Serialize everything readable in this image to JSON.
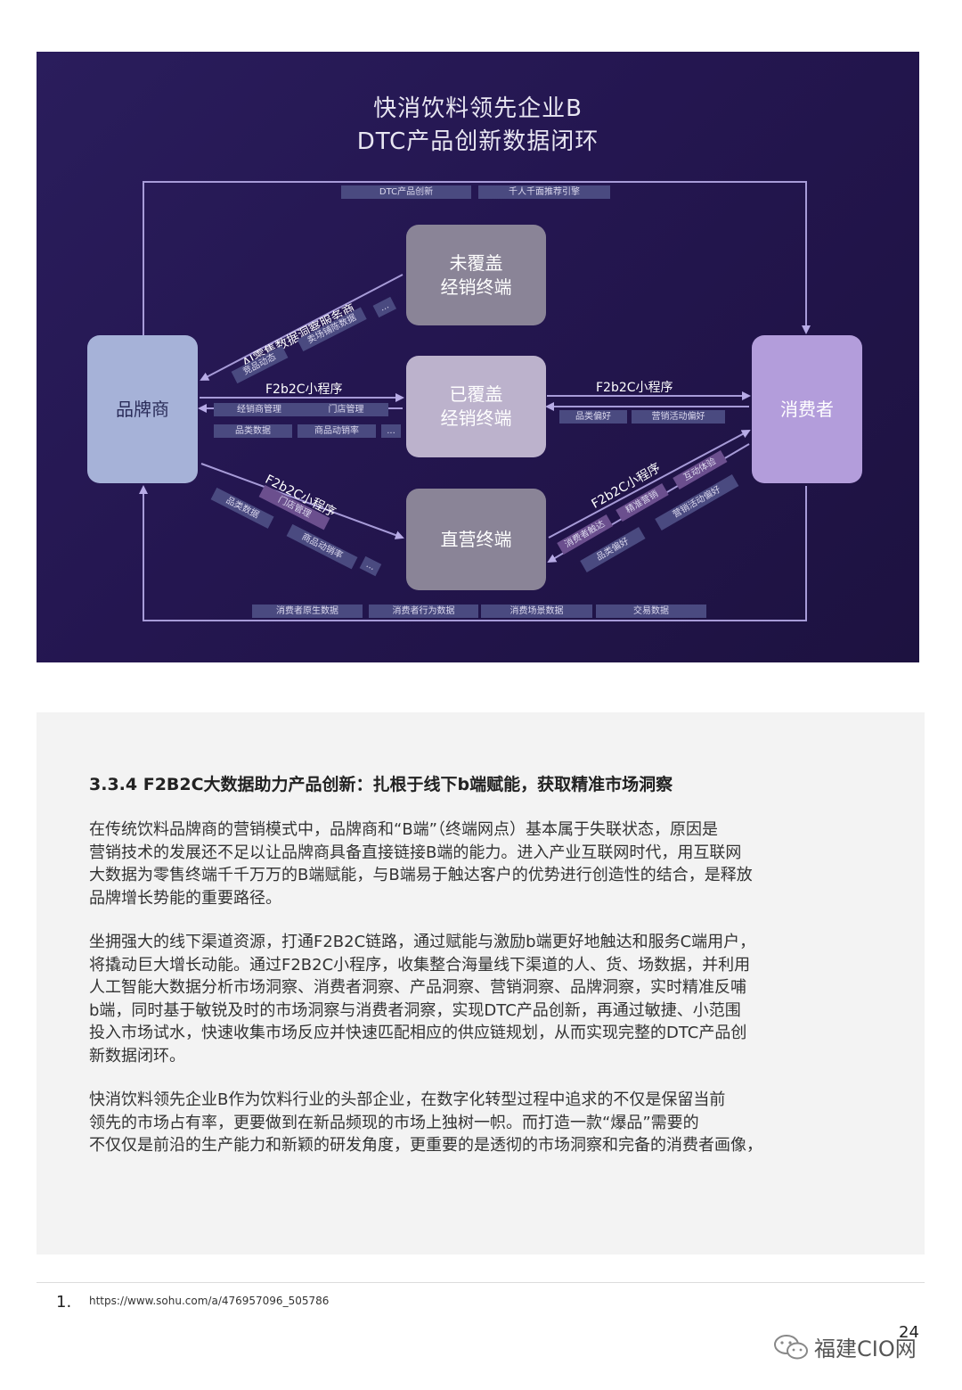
{
  "diagram": {
    "title_line1": "快消饮料领先企业B",
    "title_line2": "DTC产品创新数据闭环",
    "nodes": {
      "brand": "品牌商",
      "uncovered": "未覆盖\n经销终端",
      "covered": "已覆盖\n经销终端",
      "direct": "直营终端",
      "consumer": "消费者"
    },
    "top_tags": [
      "DTC产品创新",
      "千人千面推荐引擎"
    ],
    "bottom_tags": [
      "消费者原生数据",
      "消费者行为数据",
      "消费场景数据",
      "交易数据"
    ],
    "ai_label": "AI零售数据洞察服务商",
    "ai_tags": [
      "竞品动态",
      "卖场铺陈数据",
      "..."
    ],
    "covered_left": {
      "label": "F2b2C小程序",
      "tags_row1": [
        "经销商管理",
        "门店管理"
      ],
      "tags_row2": [
        "品类数据",
        "商品动销率",
        "..."
      ]
    },
    "covered_right": {
      "label": "F2b2C小程序",
      "tags": [
        "品类偏好",
        "营销活动偏好"
      ]
    },
    "direct_left": {
      "label": "F2b2C小程序",
      "tag_pink": "门店管理",
      "tags": [
        "品类数据",
        "商品动销率",
        "..."
      ]
    },
    "direct_right": {
      "label": "F2b2C小程序",
      "tags_pink": [
        "消费者触达",
        "精准营销",
        "互动体验"
      ],
      "tags": [
        "品类偏好",
        "营销活动偏好"
      ]
    }
  },
  "article": {
    "section_title": "3.3.4 F2B2C大数据助力产品创新：扎根于线下b端赋能，获取精准市场洞察",
    "paragraph1": [
      "在传统饮料品牌商的营销模式中，品牌商和“B端”（终端网点）基本属于失联状态，原因是",
      "营销技术的发展还不足以让品牌商具备直接链接B端的能力。进入产业互联网时代，用互联网",
      "大数据为零售终端千千万万的B端赋能，与B端易于触达客户的优势进行创造性的结合，是释放",
      "品牌增长势能的重要路径。"
    ],
    "paragraph2": [
      "坐拥强大的线下渠道资源，打通F2B2C链路，通过赋能与激励b端更好地触达和服务C端用户，",
      "将撬动巨大增长动能。通过F2B2C小程序，收集整合海量线下渠道的人、货、场数据，并利用",
      "人工智能大数据分析市场洞察、消费者洞察、产品洞察、营销洞察、品牌洞察，实时精准反哺",
      "b端，同时基于敏锐及时的市场洞察与消费者洞察，实现DTC产品创新，再通过敏捷、小范围",
      "投入市场试水，快速收集市场反应并快速匹配相应的供应链规划，从而实现完整的DTC产品创",
      "新数据闭环。"
    ],
    "paragraph3": [
      "快消饮料领先企业B作为饮料行业的头部企业，在数字化转型过程中追求的不仅是保留当前",
      "领先的市场占有率，更要做到在新品频现的市场上独树一帜。而打造一款“爆品”需要的",
      "不仅仅是前沿的生产能力和新颖的研发角度，更重要的是透彻的市场洞察和完备的消费者画像，"
    ]
  },
  "footnote": {
    "number": "1.",
    "url": "https://www.sohu.com/a/476957096_505786"
  },
  "page_number": "24",
  "watermark": "福建CIO网",
  "colors": {
    "diagram_bg": "#251752",
    "brand_node": "#a6b2d8",
    "consumer_node": "#b39ddb",
    "grey_node": "#8a8497",
    "covered_node": "#bcb2cc",
    "line": "#a79bd8",
    "tag": "#4a4a80"
  }
}
